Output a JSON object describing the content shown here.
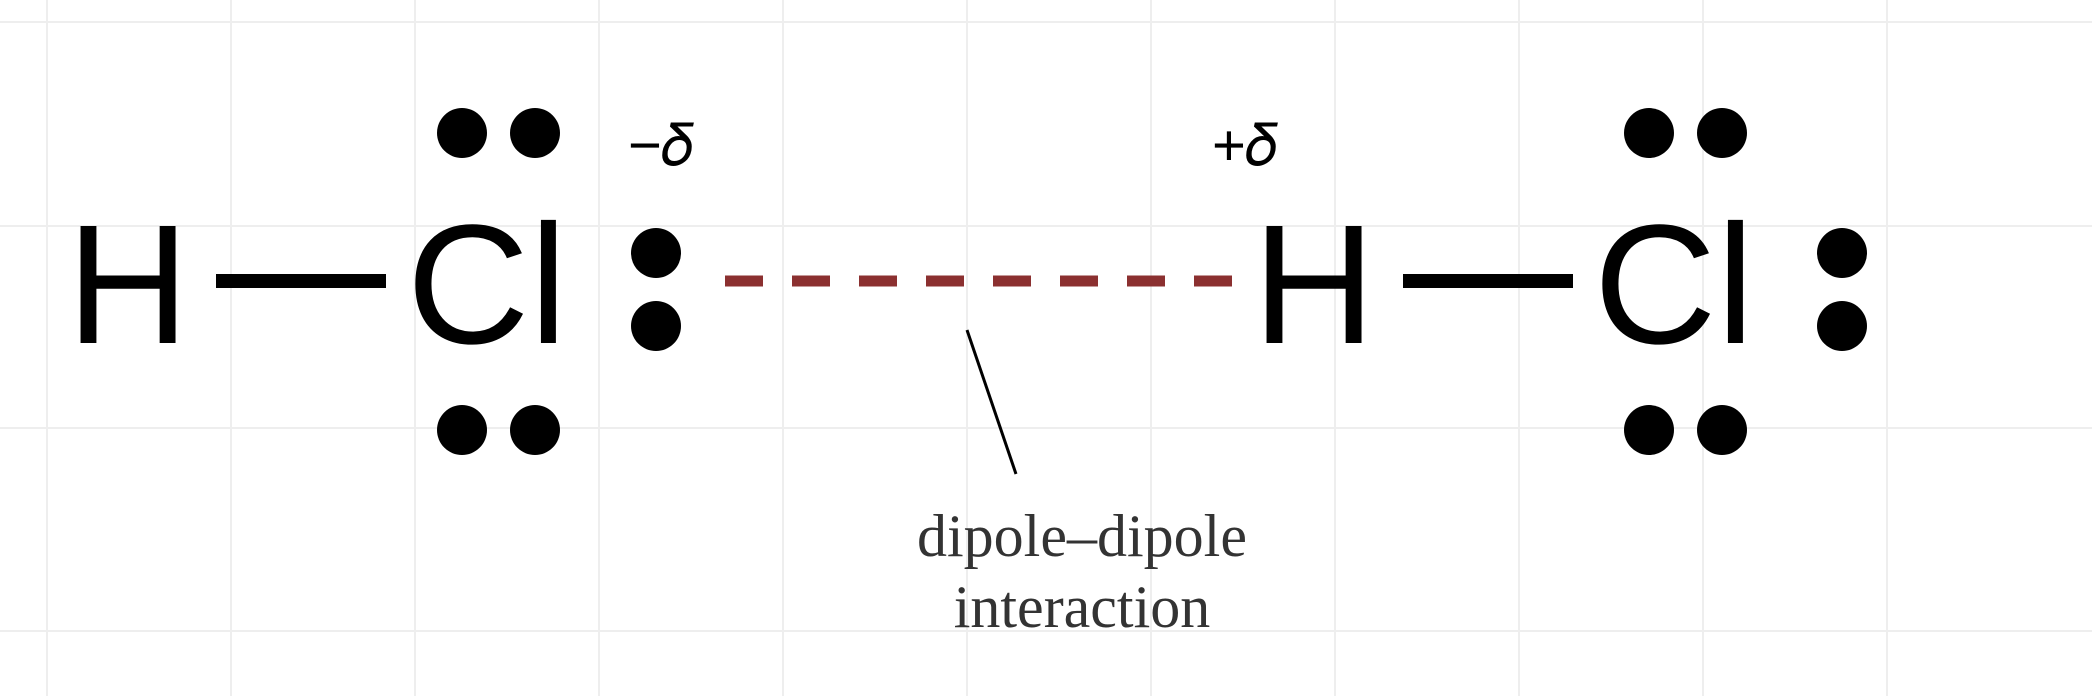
{
  "diagram": {
    "molecule_left": {
      "atom1": "H",
      "atom2": "Cl"
    },
    "molecule_right": {
      "atom1": "H",
      "atom2": "Cl"
    },
    "partial_charge_left": "−𝛿",
    "partial_charge_right": "+𝛿",
    "interaction_label_line1": "dipole–dipole",
    "interaction_label_line2": "interaction",
    "colors": {
      "atoms": "#000000",
      "label": "#333333",
      "interaction_dash": "#8b3030",
      "grid": "#eeeeee"
    }
  }
}
